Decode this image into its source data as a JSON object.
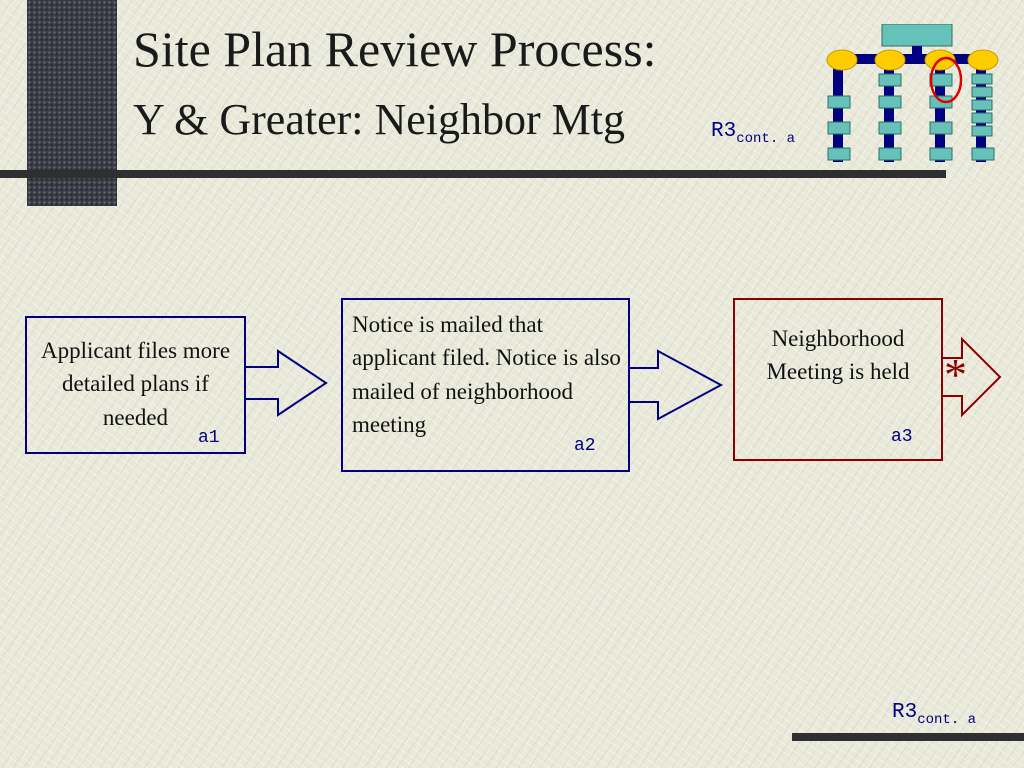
{
  "slide": {
    "title": "Site Plan Review Process:",
    "subtitle": "Y & Greater: Neighbor Mtg",
    "reference": {
      "main": "R3",
      "sub": "cont. a"
    },
    "footer_reference": {
      "main": "R3",
      "sub": "cont. a"
    }
  },
  "steps": [
    {
      "text": "Applicant files more detailed plans if needed",
      "label": "a1"
    },
    {
      "text": "Notice is mailed that applicant filed. Notice is also mailed of neighborhood meeting",
      "label": "a2"
    },
    {
      "text": "Neighborhood Meeting is held",
      "label": "a3",
      "marker": "*"
    }
  ],
  "colors": {
    "primary": "#000080",
    "highlight": "#8b0000",
    "node_fill": "#66c2b8",
    "node_highlight": "#ffcc00",
    "rule": "#2f2f2f"
  },
  "icons": [
    "process-map-icon",
    "right-arrow-icon"
  ]
}
